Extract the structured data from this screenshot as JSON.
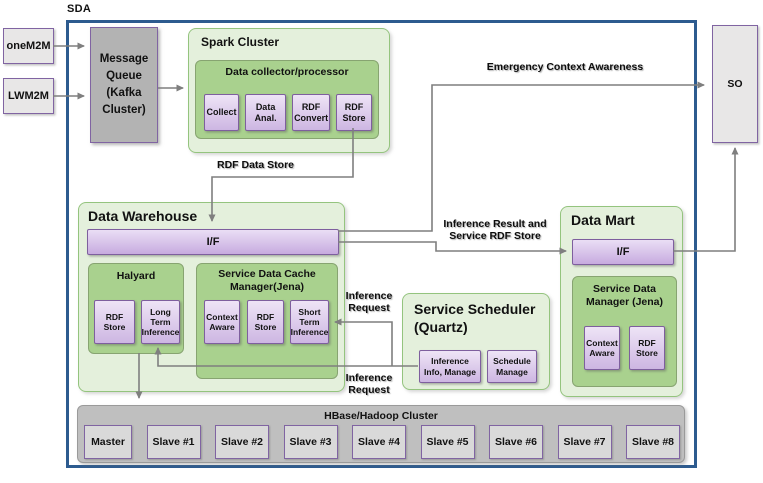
{
  "title": "SDA",
  "inputs": {
    "onem2m": "oneM2M",
    "lwm2m": "LWM2M"
  },
  "message_queue": "Message Queue (Kafka Cluster)",
  "so": "SO",
  "spark": {
    "title": "Spark Cluster",
    "processor_title": "Data collector/processor",
    "modules": [
      "Collect",
      "Data Anal.",
      "RDF Convert",
      "RDF Store"
    ]
  },
  "warehouse": {
    "title": "Data Warehouse",
    "interface": "I/F",
    "halyard_title": "Halyard",
    "halyard_modules": [
      "RDF Store",
      "Long Term Inference"
    ],
    "cache_title": "Service Data Cache Manager(Jena)",
    "cache_modules": [
      "Context Aware",
      "RDF Store",
      "Short Term Inference"
    ]
  },
  "mart": {
    "title": "Data Mart",
    "interface": "I/F",
    "manager_title": "Service Data Manager (Jena)",
    "manager_modules": [
      "Context Aware",
      "RDF Store"
    ]
  },
  "scheduler": {
    "title": "Service Scheduler (Quartz)",
    "modules": [
      "Inference Info, Manage",
      "Schedule Manage"
    ]
  },
  "hbase": {
    "title": "HBase/Hadoop Cluster",
    "nodes": [
      "Master",
      "Slave #1",
      "Slave #2",
      "Slave #3",
      "Slave #4",
      "Slave #5",
      "Slave #6",
      "Slave #7",
      "Slave #8"
    ]
  },
  "edge_labels": {
    "emergency": "Emergency Context Awareness",
    "rdf_data_store": "RDF Data Store",
    "inference_result": "Inference Result and Service RDF Store",
    "inference_request_top": "Inference Request",
    "inference_request_bottom": "Inference Request"
  },
  "colors": {
    "frame_blue": "#2d5b8f",
    "green_light": "#e4f0dc",
    "green_mid": "#a9d18e",
    "purple_border": "#7e5f9e",
    "purple_fill": "#d9c4ea",
    "gray_line": "#7f7f7f"
  }
}
